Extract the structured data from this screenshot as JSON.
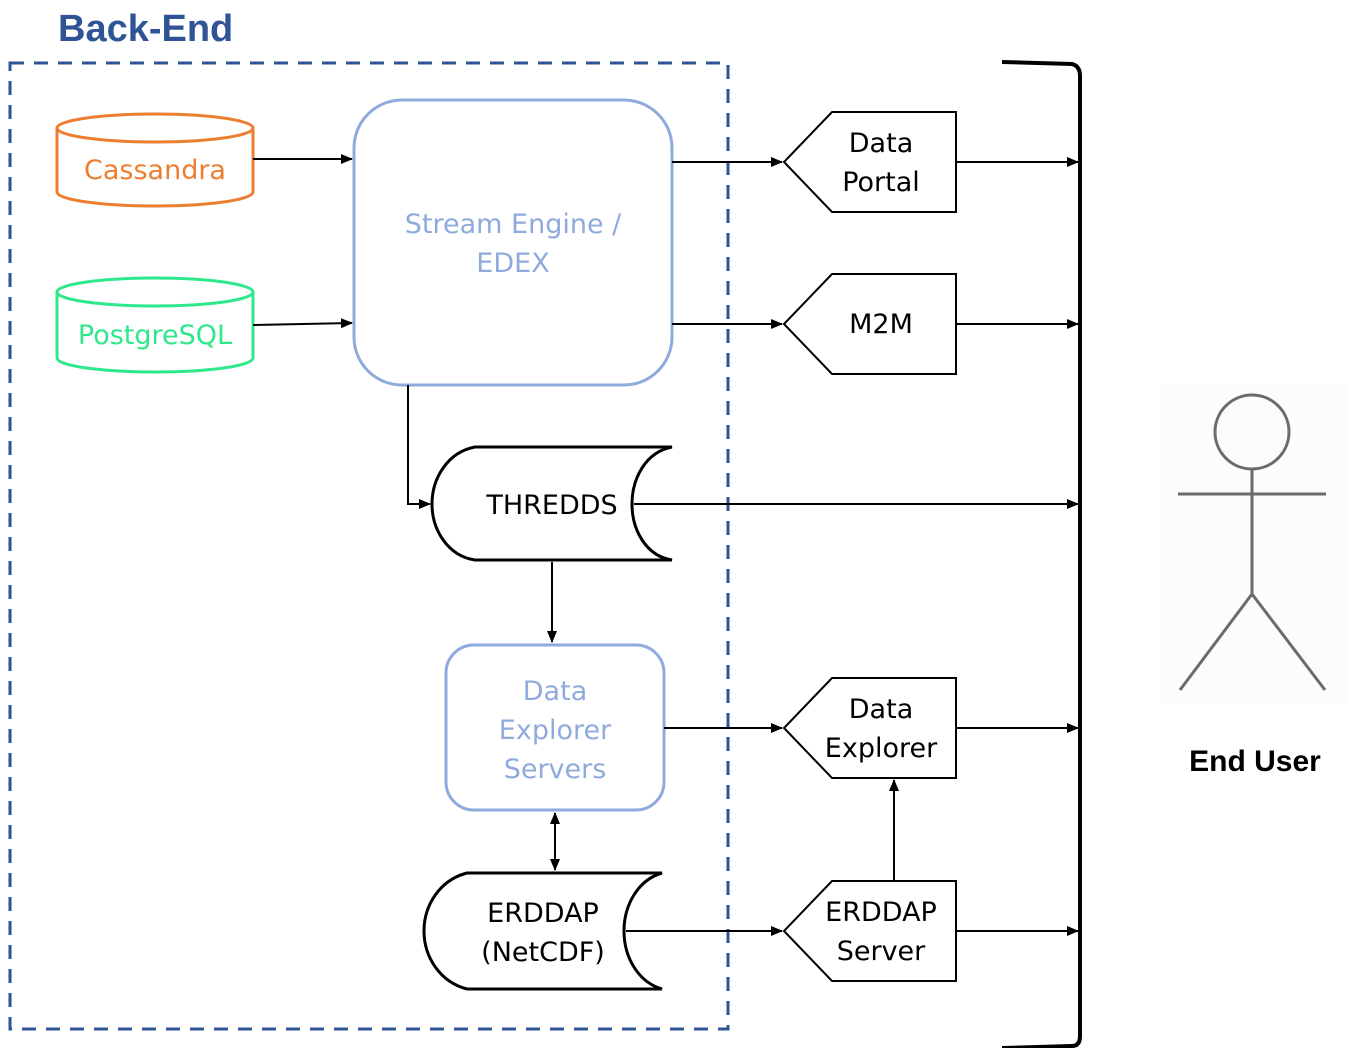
{
  "title": "Back-End",
  "end_user_label": "End User",
  "nodes": {
    "cassandra": "Cassandra",
    "postgresql": "PostgreSQL",
    "stream_engine": [
      "Stream Engine /",
      "EDEX"
    ],
    "thredds": "THREDDS",
    "data_explorer_servers": [
      "Data",
      "Explorer",
      "Servers"
    ],
    "erddap_netcdf": [
      "ERDDAP",
      "(NetCDF)"
    ],
    "data_portal": [
      "Data",
      "Portal"
    ],
    "m2m": "M2M",
    "data_explorer": [
      "Data",
      "Explorer"
    ],
    "erddap_server": [
      "ERDDAP",
      "Server"
    ]
  },
  "colors": {
    "title": "#2F5496",
    "dashed_border": "#2F5496",
    "cassandra": "#ED7D31",
    "postgresql": "#2EE88A",
    "light_blue": "#8FAADC",
    "black": "#000000",
    "stick_figure": "#6b6b6b"
  },
  "icons": {
    "end_user": "stick-figure-icon",
    "database": "database-cylinder-icon",
    "stored_data": "stored-data-icon",
    "display": "display-shape-icon"
  }
}
